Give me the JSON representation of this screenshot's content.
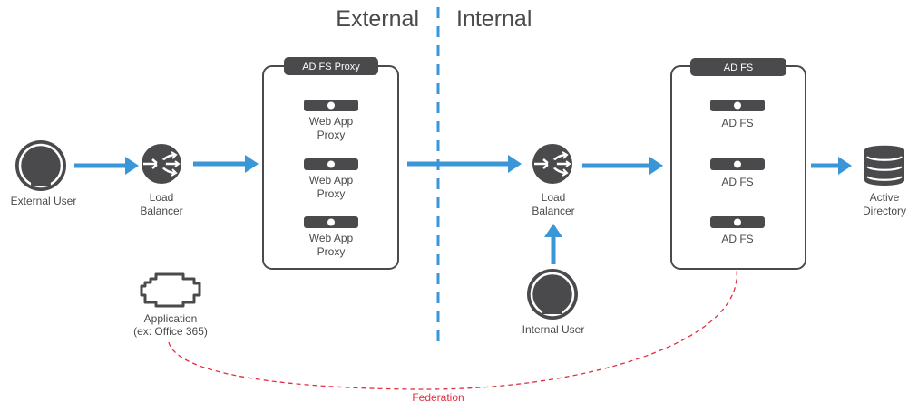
{
  "zones": {
    "left": "External",
    "right": "Internal"
  },
  "nodes": {
    "external_user": {
      "label": "External User",
      "icon": "user-icon"
    },
    "load_balancer_external": {
      "label_line1": "Load",
      "label_line2": "Balancer",
      "icon": "load-balancer-icon"
    },
    "load_balancer_internal": {
      "label_line1": "Load",
      "label_line2": "Balancer",
      "icon": "load-balancer-icon"
    },
    "internal_user": {
      "label": "Internal User",
      "icon": "user-icon"
    },
    "active_directory": {
      "label_line1": "Active",
      "label_line2": "Directory",
      "icon": "database-icon"
    },
    "application": {
      "label_line1": "Application",
      "label_line2": "(ex: Office 365)",
      "icon": "cloud-icon"
    }
  },
  "groups": {
    "adfs_proxy": {
      "title": "AD FS Proxy",
      "servers": [
        {
          "line1": "Web App",
          "line2": "Proxy"
        },
        {
          "line1": "Web App",
          "line2": "Proxy"
        },
        {
          "line1": "Web App",
          "line2": "Proxy"
        }
      ]
    },
    "adfs": {
      "title": "AD FS",
      "servers": [
        {
          "line1": "AD FS"
        },
        {
          "line1": "AD FS"
        },
        {
          "line1": "AD FS"
        }
      ]
    }
  },
  "connections": {
    "federation_label": "Federation"
  },
  "colors": {
    "icon": "#4a4a4c",
    "arrow": "#3a96d6",
    "divider": "#3a96d6",
    "federation": "#e03040"
  }
}
